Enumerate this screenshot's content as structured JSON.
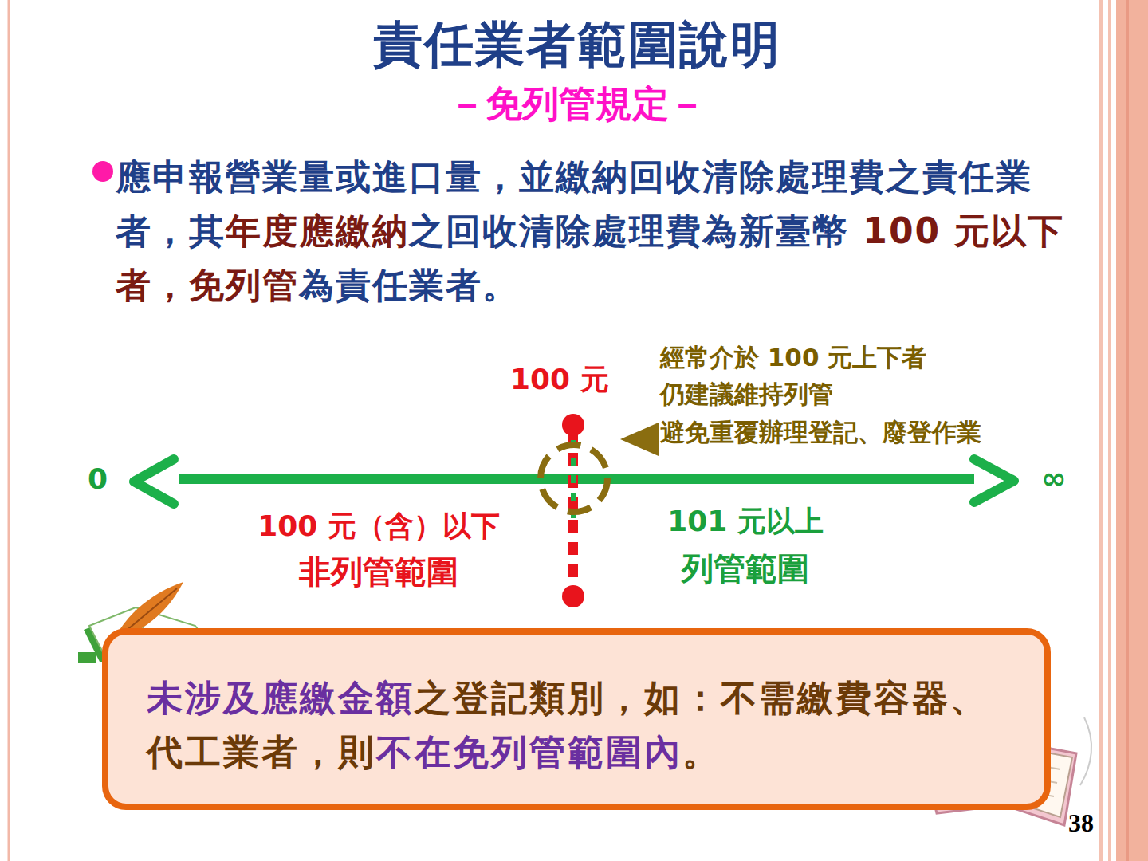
{
  "diagram": {
    "title": "責任業者範圍說明",
    "nodes": [
      {
        "text": [
          "未涉及應繳金額",
          "之登記類別，如：不需繳費容器、代工業者，則",
          "不在免列管範圍內",
          "。"
        ]
      }
    ],
    "labels": [
      "－免列管規定－",
      "應申報營業量或進口量，並繳納回收清除處理費之責任業者，其",
      "年度應繳納",
      "之回收清除處理費為新臺幣 ",
      "100 元以下者，",
      "免列管",
      "為責任業者。",
      "100 元",
      "經常介於 100 元上下者",
      "仍建議維持列管",
      "避免重覆辦理登記、廢登作業",
      "0",
      "∞",
      "100 元（含）以下",
      "非列管範圍",
      "101 元以上",
      "列管範圍",
      "38"
    ]
  }
}
